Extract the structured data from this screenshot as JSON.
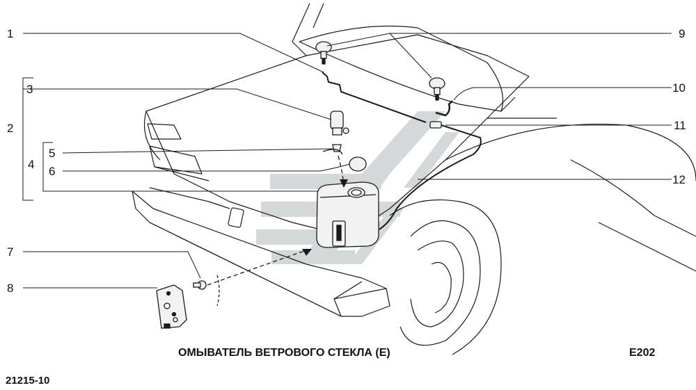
{
  "callouts": [
    "1",
    "2",
    "3",
    "4",
    "5",
    "6",
    "7",
    "8",
    "9",
    "10",
    "11",
    "12"
  ],
  "caption": {
    "title": "ОМЫВАТЕЛЬ ВЕТРОВОГО СТЕКЛА (E)",
    "code": "E202",
    "model": "21215-10"
  },
  "colors": {
    "line": "#1a1a1a",
    "part_fill": "#f2f2f2",
    "watermark": "#bfc5c5"
  },
  "icons": [
    "windshield-washer-diagram",
    "watermark-logo"
  ]
}
